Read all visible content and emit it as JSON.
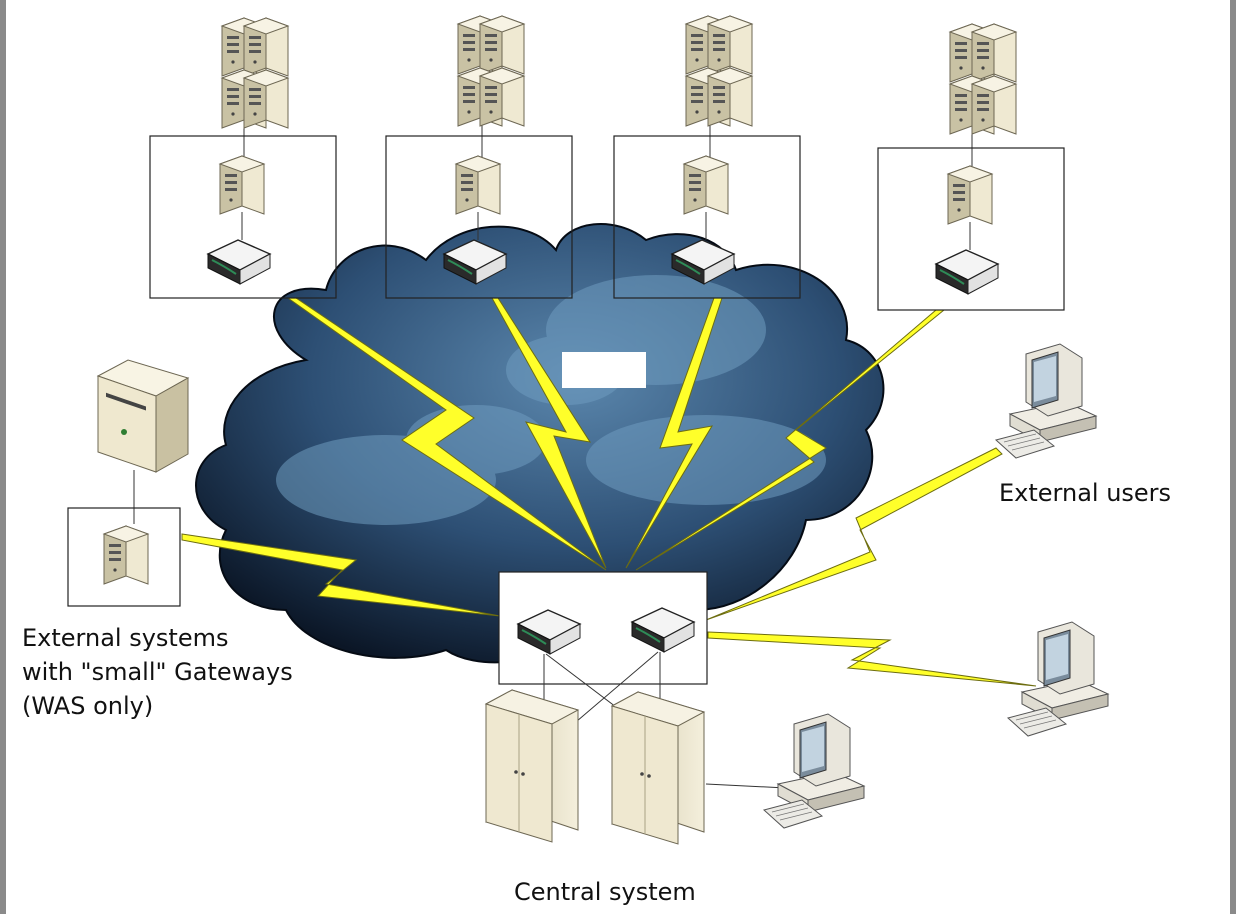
{
  "labels": {
    "external_users": "External users",
    "external_systems_line1": "External systems",
    "external_systems_line2": "with \"small\" Gateways",
    "external_systems_line3": "(WAS only)",
    "central_system": "Central system"
  },
  "colors": {
    "cloud_dark": "#0d1a2c",
    "cloud_light": "#4f7ca3",
    "lightning": "#ffff2a",
    "server_body": "#efe8cf",
    "frame_border": "#222222"
  }
}
